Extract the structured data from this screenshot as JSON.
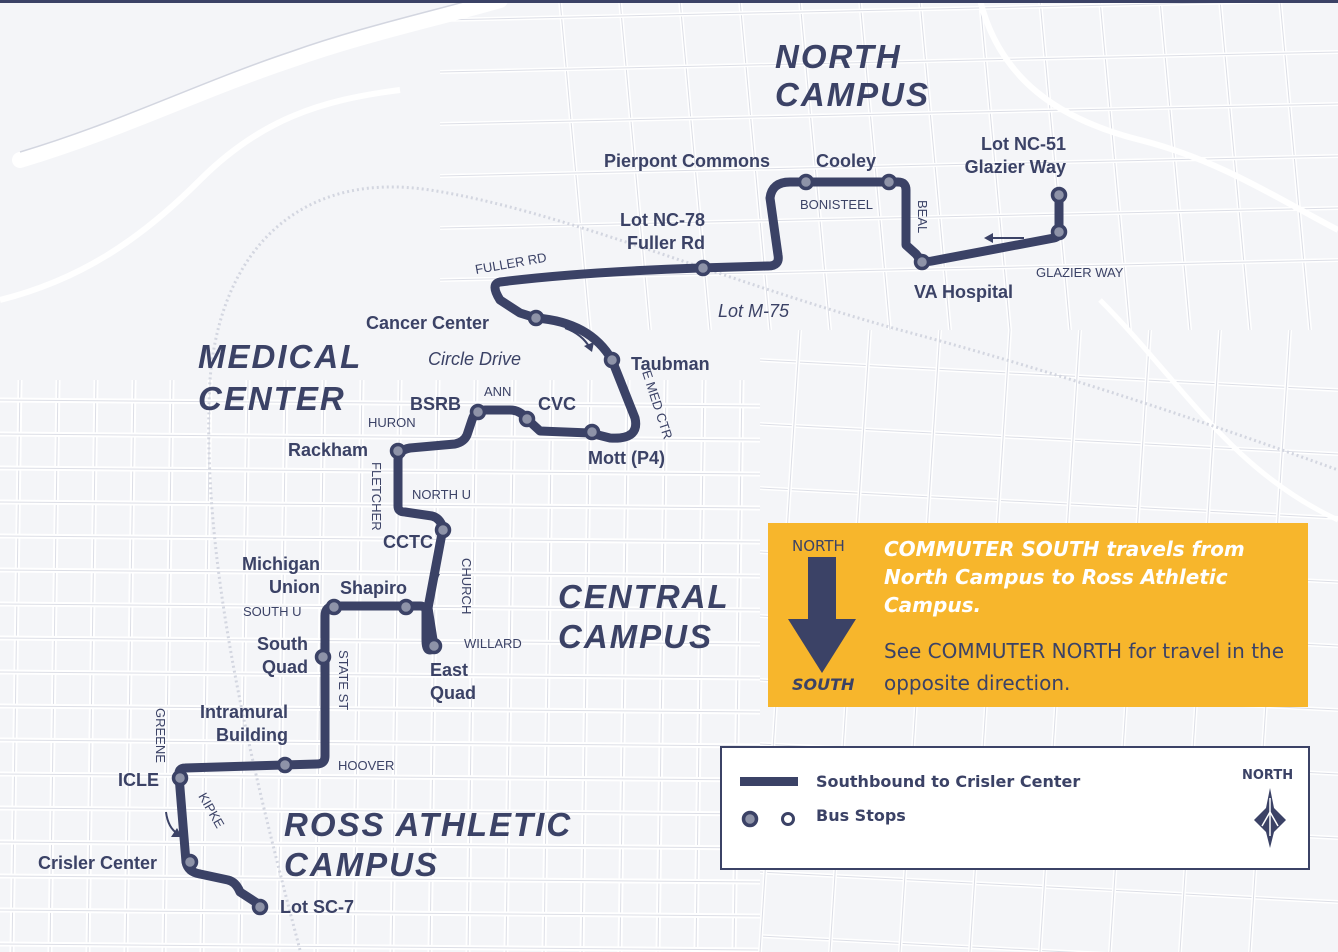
{
  "colors": {
    "route": "#3b4266",
    "accent": "#f7b62c",
    "streets": "#d3d6e0",
    "background": "#f4f5f8",
    "stop_ring": "#8e93a8"
  },
  "areas": [
    {
      "id": "north-campus",
      "lines": [
        "NORTH",
        "CAMPUS"
      ]
    },
    {
      "id": "medical-center",
      "lines": [
        "MEDICAL",
        "CENTER"
      ]
    },
    {
      "id": "central-campus",
      "lines": [
        "CENTRAL",
        "CAMPUS"
      ]
    },
    {
      "id": "ross-athletic-campus",
      "lines": [
        "ROSS ATHLETIC",
        "CAMPUS"
      ]
    }
  ],
  "places": [
    "Lot M-75",
    "Circle Drive"
  ],
  "streets": [
    "FULLER RD",
    "BONISTEEL",
    "BEAL",
    "GLAZIER WAY",
    "ANN",
    "HURON",
    "E MED CTR",
    "FLETCHER",
    "NORTH U",
    "CHURCH",
    "SOUTH U",
    "WILLARD",
    "STATE ST",
    "GREENE",
    "HOOVER",
    "KIPKE"
  ],
  "stops": [
    {
      "id": "lot-nc-51",
      "lines": [
        "Lot NC-51",
        "Glazier Way"
      ]
    },
    {
      "id": "glazier-way-stop",
      "lines": []
    },
    {
      "id": "va-hospital",
      "lines": [
        "VA Hospital"
      ]
    },
    {
      "id": "cooley",
      "lines": [
        "Cooley"
      ]
    },
    {
      "id": "pierpont-commons",
      "lines": [
        "Pierpont Commons"
      ]
    },
    {
      "id": "lot-nc-78",
      "lines": [
        "Lot NC-78",
        "Fuller Rd"
      ]
    },
    {
      "id": "cancer-center",
      "lines": [
        "Cancer Center"
      ]
    },
    {
      "id": "taubman",
      "lines": [
        "Taubman"
      ]
    },
    {
      "id": "mott",
      "lines": [
        "Mott (P4)"
      ]
    },
    {
      "id": "cvc",
      "lines": [
        "CVC"
      ]
    },
    {
      "id": "bsrb",
      "lines": [
        "BSRB"
      ]
    },
    {
      "id": "rackham",
      "lines": [
        "Rackham"
      ]
    },
    {
      "id": "cctc",
      "lines": [
        "CCTC"
      ]
    },
    {
      "id": "east-quad",
      "lines": [
        "East",
        "Quad"
      ]
    },
    {
      "id": "shapiro",
      "lines": [
        "Shapiro"
      ]
    },
    {
      "id": "michigan-union",
      "lines": [
        "Michigan",
        "Union"
      ]
    },
    {
      "id": "south-quad",
      "lines": [
        "South",
        "Quad"
      ]
    },
    {
      "id": "intramural-building",
      "lines": [
        "Intramural",
        "Building"
      ]
    },
    {
      "id": "icle",
      "lines": [
        "ICLE"
      ]
    },
    {
      "id": "crisler-center",
      "lines": [
        "Crisler Center"
      ]
    },
    {
      "id": "lot-sc-7",
      "lines": [
        "Lot SC-7"
      ]
    }
  ],
  "info_box": {
    "north_label": "NORTH",
    "south_label": "SOUTH",
    "headline": "COMMUTER SOUTH travels from North Campus to Ross Athletic Campus.",
    "body": "See COMMUTER NORTH for travel in the opposite direction."
  },
  "legend": {
    "route_label": "Southbound to Crisler Center",
    "stops_label": "Bus Stops",
    "north_label": "NORTH"
  }
}
